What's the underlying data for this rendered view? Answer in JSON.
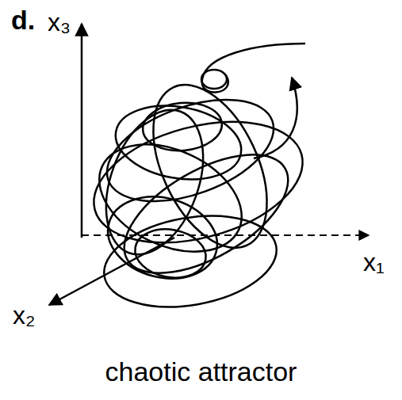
{
  "diagram": {
    "caption": "chaotic attractor",
    "labels": [
      "d.",
      "x₃",
      "x₁",
      "x₂"
    ]
  }
}
